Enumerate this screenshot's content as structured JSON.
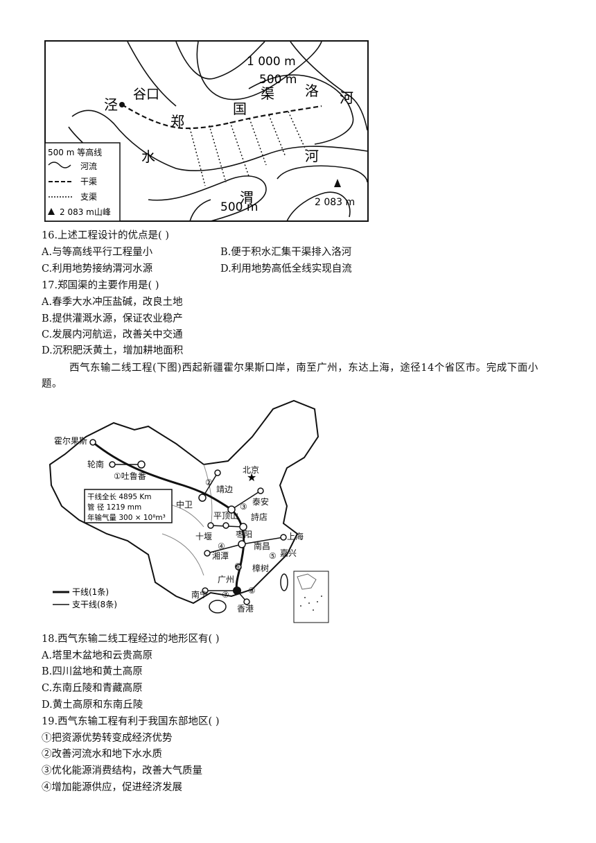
{
  "map1": {
    "contour_1000": "1 000 m",
    "contour_500_top": "500 m",
    "contour_500_bottom": "500 m",
    "peak_label": "2 083 m",
    "place_jing": "泾",
    "place_gukou": "谷口",
    "place_shui": "水",
    "canal_zheng": "郑",
    "canal_guo": "国",
    "canal_qu": "渠",
    "luo_1": "洛",
    "luo_2": "河",
    "wei_he": "河",
    "wei_wei": "渭",
    "legend": {
      "contour": "500 m 等高线",
      "river": "河流",
      "main_canal": "干渠",
      "branch_canal": "支渠",
      "peak": "2 083 m山峰"
    }
  },
  "q16": {
    "stem": "16.上述工程设计的优点是(      )",
    "a": "A.与等高线平行工程量小",
    "b": "B.便于积水汇集干渠排入洛河",
    "c": "C.利用地势接纳渭河水源",
    "d": "D.利用地势高低全线实现自流"
  },
  "q17": {
    "stem": "17.郑国渠的主要作用是(      )",
    "a": "A.春季大水冲压盐碱，改良土地",
    "b": "B.提供灌溉水源，保证农业稳产",
    "c": "C.发展内河航运，改善关中交通",
    "d": "D.沉积肥沃黄土，增加耕地面积"
  },
  "intro": "西气东输二线工程(下图)西起新疆霍尔果斯口岸，南至广州，东达上海，途径14个省区市。完成下面小题。",
  "map2": {
    "horgos": "霍尔果斯",
    "lunnan": "轮南",
    "turpan": "①吐鲁番",
    "beijing": "北京",
    "jingbian": "靖边",
    "n2": "②",
    "n3": "③",
    "taian": "泰安",
    "zhongwei": "中卫",
    "pingdingshan": "平顶山",
    "shidian": "詩店",
    "shiyan": "十堰",
    "zaoyang": "枣阳",
    "n4": "④",
    "shanghai": "上海",
    "xiangtan": "湘潭",
    "nanchang": "南昌",
    "n5": "⑤",
    "jiaxing": "嘉兴",
    "n6": "⑥",
    "zhangshu": "樟树",
    "guangzhou": "广州",
    "nanning": "南宁",
    "n7": "⑦",
    "n8": "⑧",
    "hongkong": "香港",
    "info": {
      "row1": "干线全长  4895 Km",
      "row2": "管      径  1219 mm",
      "row3": "年输气量  300 × 10⁸m³"
    },
    "legend_main": "干线(1条)",
    "legend_branch": "支干线(8条)"
  },
  "q18": {
    "stem": "18.西气东输二线工程经过的地形区有(      )",
    "a": "A.塔里木盆地和云贵高原",
    "b": "B.四川盆地和黄土高原",
    "c": "C.东南丘陵和青藏高原",
    "d": "D.黄土高原和东南丘陵"
  },
  "q19": {
    "stem": "19.西气东输工程有利于我国东部地区(      )",
    "o1": "①把资源优势转变成经济优势",
    "o2": "②改善河流水和地下水水质",
    "o3": "③优化能源消费结构，改善大气质量",
    "o4": "④增加能源供应，促进经济发展"
  }
}
